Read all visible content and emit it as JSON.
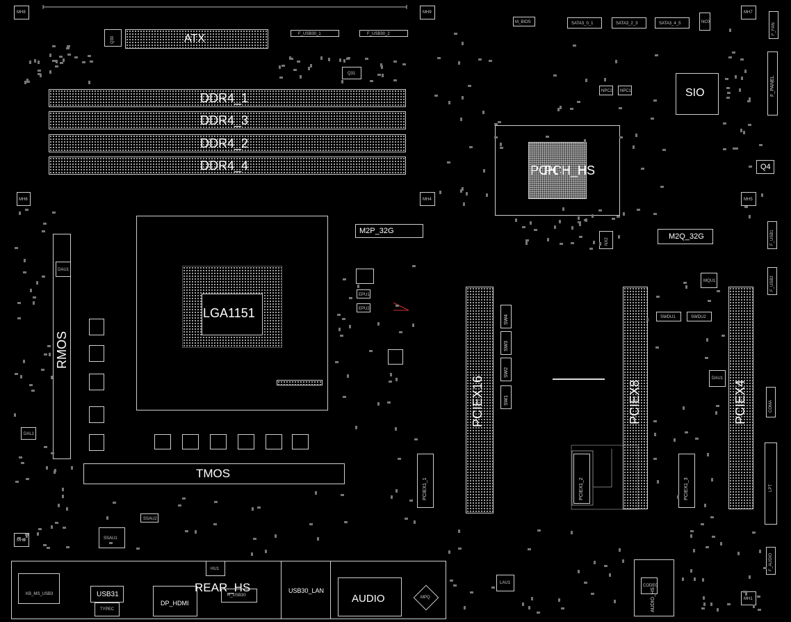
{
  "board": {
    "atx": "ATX",
    "f_usb30_1": "F_USB30_1",
    "f_usb30_2": "F_USB30_2",
    "q30": "Q30",
    "q31": "Q31",
    "ddr": [
      "DDR4_1",
      "DDR4_3",
      "DDR4_2",
      "DDR4_4"
    ],
    "m_bios": "M_BIOS",
    "sata": [
      "SATA3_0_1",
      "SATA3_2_3",
      "SATA3_4_5"
    ],
    "nc0": "NC0",
    "fan": "F_FAN",
    "sio": "SIO",
    "npc2": "NPC2",
    "npc1": "NPC1",
    "f_panel": "F_PANEL",
    "pch": "PCH",
    "pch_hs": "PCH_HS",
    "q4": "Q4",
    "m2p": "M2P_32G",
    "m2q": "M2Q_32G",
    "nx2": "NX2",
    "f_usb1": "F_USB1",
    "f_usb2": "F_USB2",
    "lga": "LGA1151",
    "rmos": "RMOS",
    "tmos": "TMOS",
    "dau1": "DAU1",
    "dal1": "DAL1",
    "epu1": "EPU1",
    "epu2": "EPU2",
    "ssau1": "SSAU1",
    "ssau2": "SSAU2",
    "ka_ms_usb3": "KB_MS_USB3",
    "usb31": "USB31",
    "typec": "TYPEC",
    "dp_hdmi": "DP_HDMI",
    "hu1": "HU1",
    "rear_hs": "REAR_HS",
    "r_usb30": "R_USB30",
    "usb30_lan": "USB30_LAN",
    "audio": "AUDIO",
    "mpq": "MPQ",
    "pciex16": "PCIEX16",
    "pciex8": "PCIEX8",
    "pciex4": "PCIEX4",
    "pciex1_1": "PCIEX1_1",
    "pciex1_2": "PCIEX1_2",
    "pciex1_3": "PCIEX1_3",
    "sw": [
      "SW4",
      "SW3",
      "SW2",
      "SW1"
    ],
    "swdu1": "SWDU1",
    "swdu2": "SWDU2",
    "mqu1": "MQU1",
    "dau_r": "DAU1",
    "coma": "COMA",
    "lpt": "LPT",
    "f_audio": "F_AUDIO",
    "lau1": "LAU1",
    "codec": "CODEC",
    "aud_hs": "AUDIO_HS",
    "mh": [
      "MH8",
      "MH9",
      "MH7",
      "MH6",
      "MH4",
      "MH5",
      "MH3",
      "MH1"
    ]
  }
}
